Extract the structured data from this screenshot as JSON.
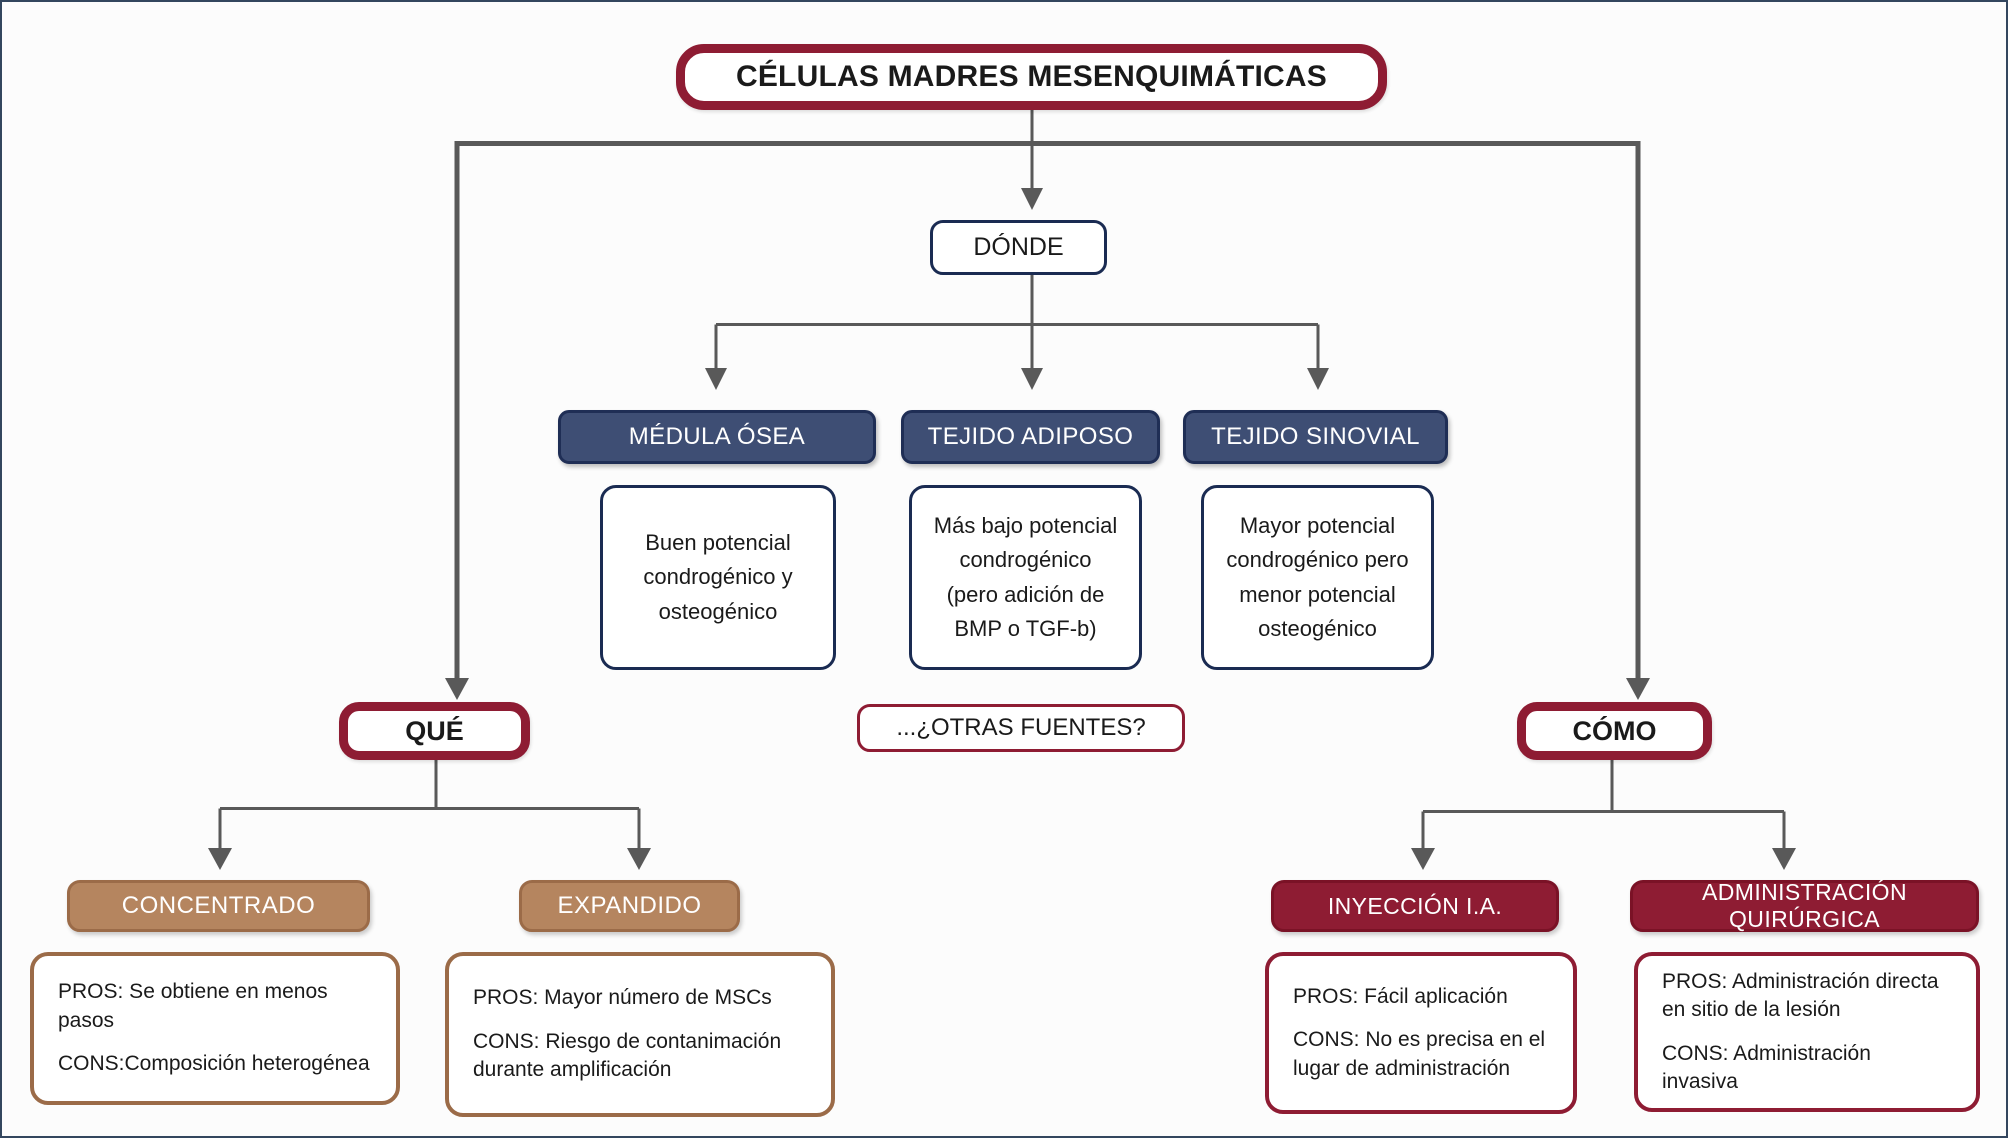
{
  "colors": {
    "maroon": "#8E1C33",
    "navy_border": "#1A2B52",
    "navy_fill": "#3E4E74",
    "tan_fill": "#B5855F",
    "tan_border": "#9B6B48",
    "connector_gray": "#595959"
  },
  "title": "CÉLULAS MADRES MESENQUIMÁTICAS",
  "donde": {
    "label": "DÓNDE",
    "sources": [
      {
        "label": "MÉDULA ÓSEA",
        "detail": "Buen potencial\ncondrogénico y\nosteogénico"
      },
      {
        "label": "TEJIDO ADIPOSO",
        "detail": "Más bajo potencial\ncondrogénico\n(pero adición de\nBMP o TGF-b)"
      },
      {
        "label": "TEJIDO SINOVIAL",
        "detail": "Mayor potencial\ncondrogénico pero\nmenor potencial\nosteogénico"
      }
    ],
    "other_sources": "...¿OTRAS FUENTES?"
  },
  "que": {
    "label": "QUÉ",
    "options": [
      {
        "label": "CONCENTRADO",
        "pros": "PROS: Se obtiene en menos pasos",
        "cons": "CONS:Composición heterogénea"
      },
      {
        "label": "EXPANDIDO",
        "pros": "PROS: Mayor número de MSCs",
        "cons": "CONS: Riesgo de contanimación durante amplificación"
      }
    ]
  },
  "como": {
    "label": "CÓMO",
    "options": [
      {
        "label": "INYECCIÓN I.A.",
        "pros": "PROS: Fácil aplicación",
        "cons": "CONS: No es precisa en el lugar de administración"
      },
      {
        "label": "ADMINISTRACIÓN QUIRÚRGICA",
        "pros": "PROS: Administración directa en sitio de la lesión",
        "cons": "CONS: Administración invasiva"
      }
    ]
  }
}
